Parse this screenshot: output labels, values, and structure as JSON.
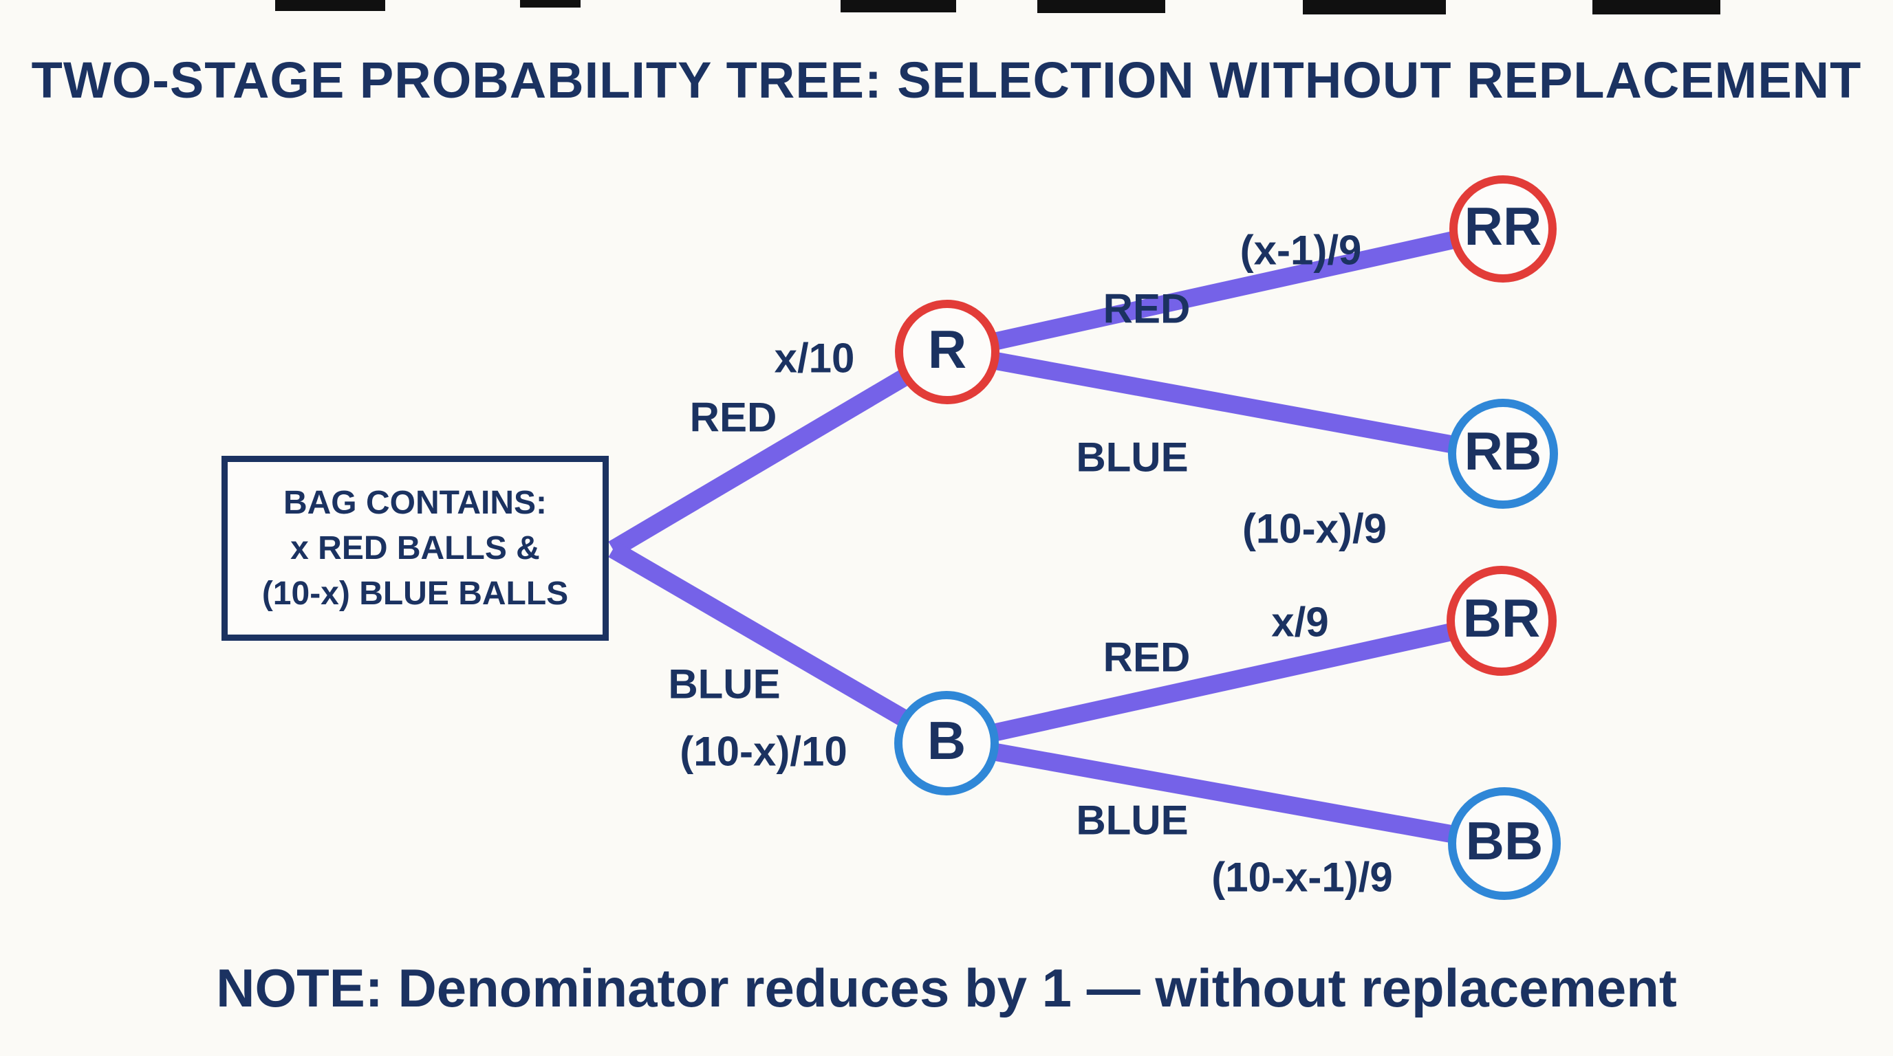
{
  "title": "TWO-STAGE PROBABILITY TREE: SELECTION WITHOUT REPLACEMENT",
  "note": "NOTE: Denominator reduces by 1 — without replacement",
  "bag_box": {
    "lines": [
      "BAG CONTAINS:",
      "x RED BALLS &",
      "(10-x) BLUE BALLS"
    ]
  },
  "nodes": {
    "R": {
      "label": "R",
      "ring": "red"
    },
    "B": {
      "label": "B",
      "ring": "blue"
    },
    "RR": {
      "label": "RR",
      "ring": "red"
    },
    "RB": {
      "label": "RB",
      "ring": "blue"
    },
    "BR": {
      "label": "BR",
      "ring": "red"
    },
    "BB": {
      "label": "BB",
      "ring": "blue"
    }
  },
  "edges": [
    {
      "from": "BAG",
      "to": "R",
      "branch": "RED",
      "probability": "x/10"
    },
    {
      "from": "BAG",
      "to": "B",
      "branch": "BLUE",
      "probability": "(10-x)/10"
    },
    {
      "from": "R",
      "to": "RR",
      "branch": "RED",
      "probability": "(x-1)/9"
    },
    {
      "from": "R",
      "to": "RB",
      "branch": "BLUE",
      "probability": "(10-x)/9"
    },
    {
      "from": "B",
      "to": "BR",
      "branch": "RED",
      "probability": "x/9"
    },
    {
      "from": "B",
      "to": "BB",
      "branch": "BLUE",
      "probability": "(10-x-1)/9"
    }
  ],
  "colors": {
    "background": "#fbfaf6",
    "text_navy": "#1b3261",
    "branch_purple": "#7562e8",
    "red_ring": "#e23c38",
    "blue_ring": "#2f87d7"
  }
}
